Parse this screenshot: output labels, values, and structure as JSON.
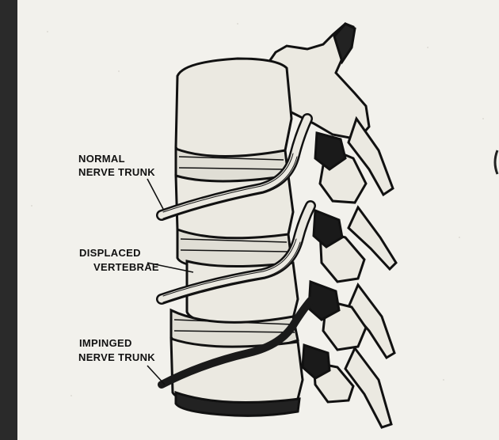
{
  "labels": {
    "normal_nerve": [
      "NORMAL",
      "NERVE TRUNK"
    ],
    "displaced_vertebrae": [
      "DISPLACED",
      "VERTEBRAE"
    ],
    "impinged_nerve": [
      "IMPINGED",
      "NERVE TRUNK"
    ]
  },
  "colors": {
    "background": "#f2f1ec",
    "ink": "#111111",
    "bone_fill": "#ebe9e1",
    "left_bar": "#2a2a2a"
  }
}
